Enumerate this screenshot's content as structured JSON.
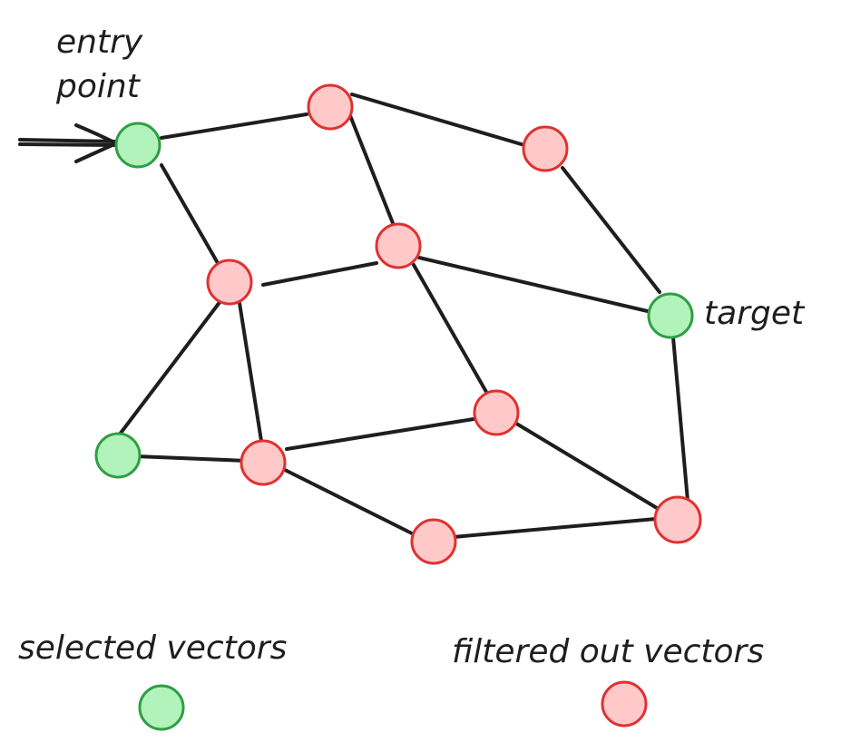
{
  "labels": {
    "entry_line1": "entry",
    "entry_line2": "point",
    "target": "target"
  },
  "legend": {
    "selected": "selected vectors",
    "filtered": "filtered out vectors"
  },
  "colors": {
    "selected_fill": "#b2f2bb",
    "selected_stroke": "#2f9e44",
    "filtered_fill": "#ffc9c9",
    "filtered_stroke": "#e03131",
    "edge": "#1e1e1e"
  }
}
